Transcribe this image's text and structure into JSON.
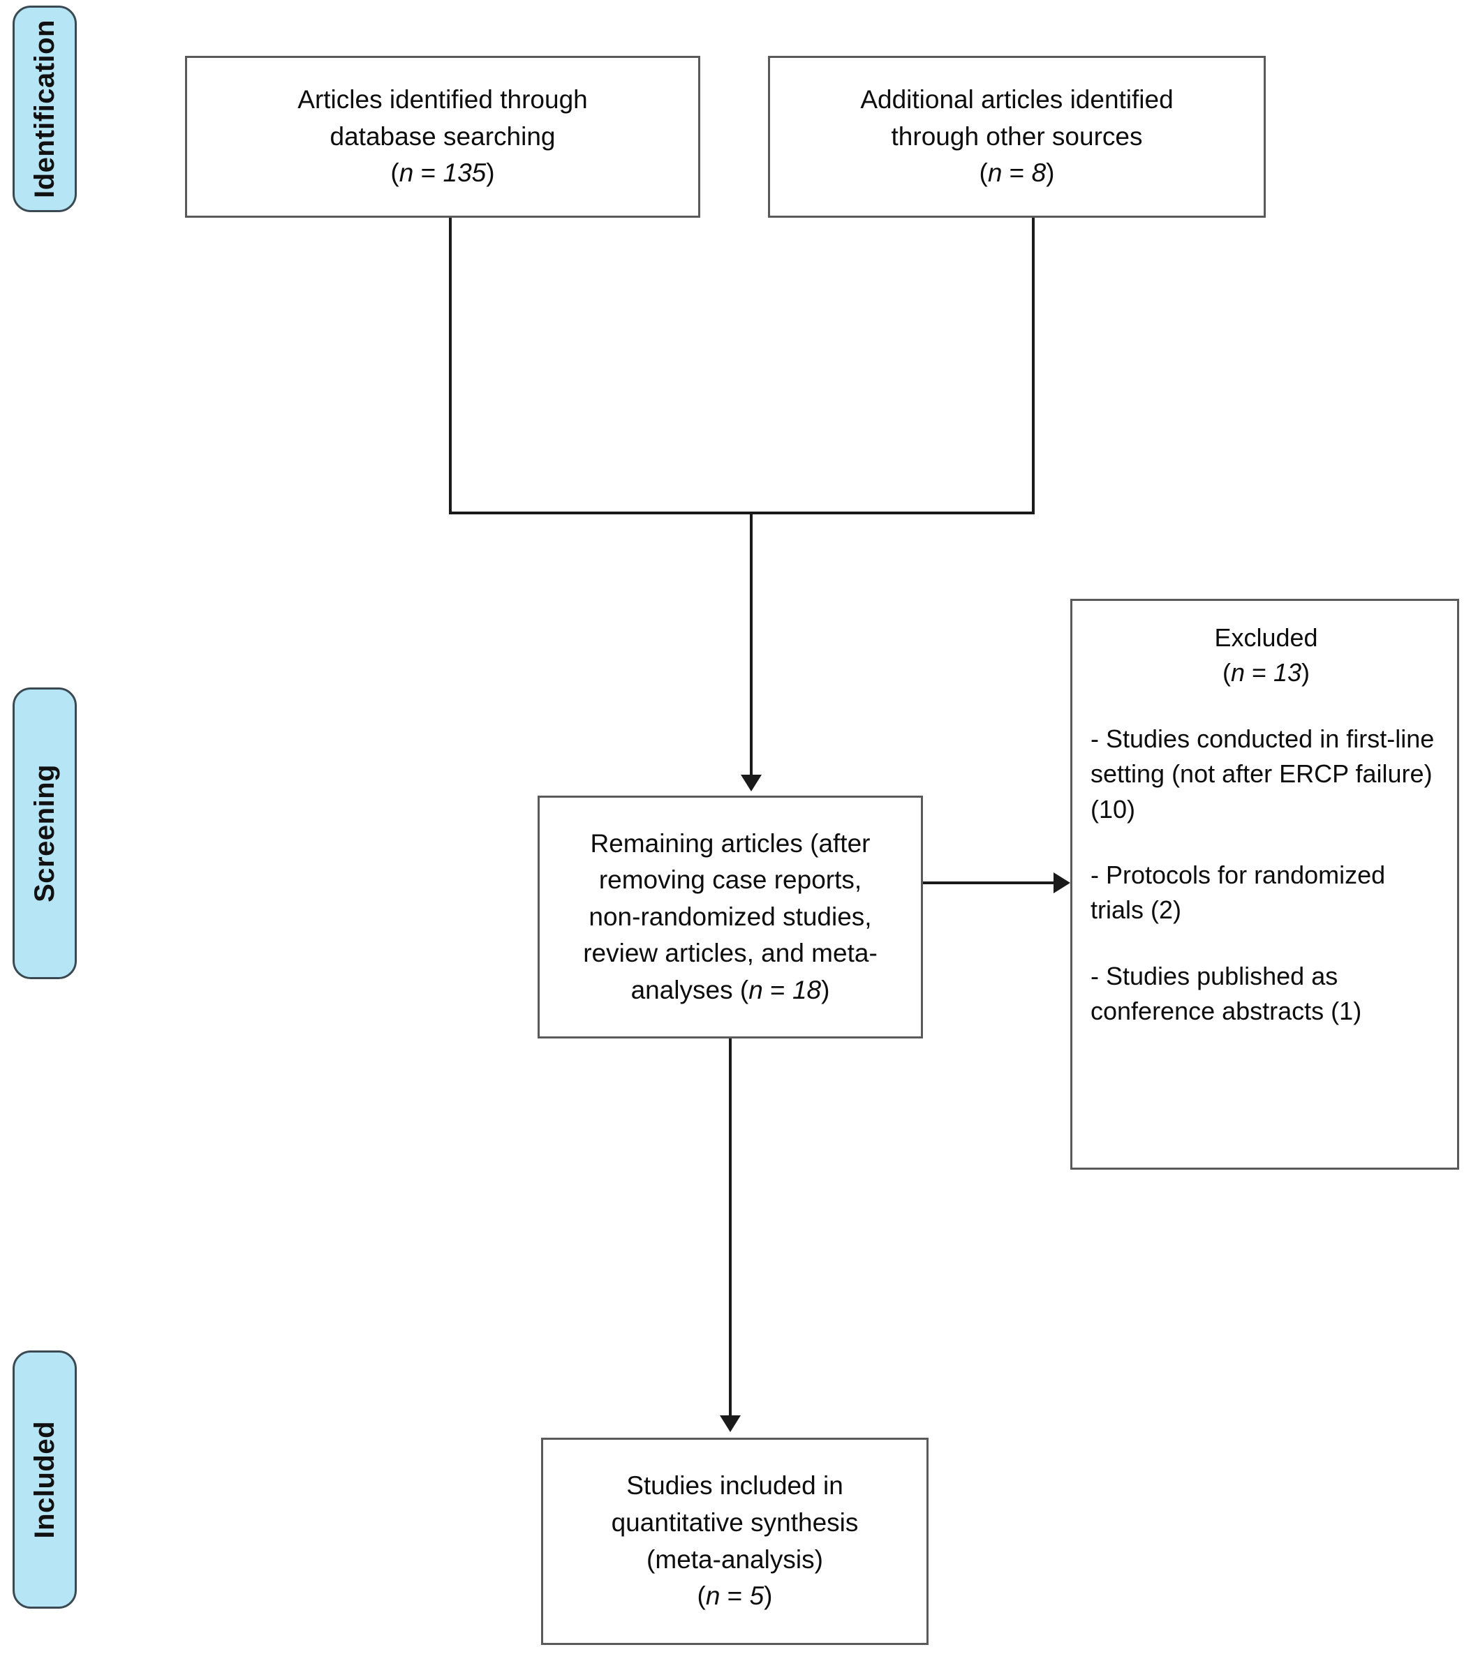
{
  "diagram": {
    "title": "PRISMA flow diagram",
    "accent_color": "#b6e5f6",
    "border_color": "#5a5a5a",
    "line_color": "#1a1a1a"
  },
  "stages": [
    {
      "id": "identification",
      "label": "Identification"
    },
    {
      "id": "screening",
      "label": "Screening"
    },
    {
      "id": "included",
      "label": "Included"
    }
  ],
  "boxes": {
    "database_search": {
      "line1": "Articles identified through",
      "line2": "database searching",
      "n_open": "(",
      "n_label": "n",
      "n_eq": " = ",
      "n_value": "135",
      "n_close": ")"
    },
    "other_sources": {
      "line1": "Additional articles identified",
      "line2": "through other sources",
      "n_open": "(",
      "n_label": "n",
      "n_eq": " = ",
      "n_value": "8",
      "n_close": ")"
    },
    "remaining": {
      "line1": "Remaining articles (after",
      "line2": "removing case reports,",
      "line3": "non-randomized studies,",
      "line4": "review articles, and meta-",
      "line5_prefix": "analyses (",
      "n_label": "n",
      "n_eq": " = ",
      "n_value": "18",
      "n_close": ")"
    },
    "excluded": {
      "heading": "Excluded",
      "n_open": "(",
      "n_label": "n",
      "n_eq": " = ",
      "n_value": "13",
      "n_close": ")",
      "items": [
        "- Studies conducted in first-line setting (not after ERCP failure) (10)",
        "- Protocols for randomized trials (2)",
        "- Studies published as conference abstracts (1)"
      ]
    },
    "included": {
      "line1": "Studies included in",
      "line2": "quantitative synthesis",
      "line3": "(meta-analysis)",
      "n_open": "(",
      "n_label": "n",
      "n_eq": " = ",
      "n_value": "5",
      "n_close": ")"
    }
  },
  "chart_data": {
    "type": "diagram",
    "title": "PRISMA flow diagram",
    "nodes": [
      {
        "id": "database_search",
        "stage": "Identification",
        "label": "Articles identified through database searching",
        "n": 135
      },
      {
        "id": "other_sources",
        "stage": "Identification",
        "label": "Additional articles identified through other sources",
        "n": 8
      },
      {
        "id": "remaining",
        "stage": "Screening",
        "label": "Remaining articles (after removing case reports, non-randomized studies, review articles, and meta-analyses)",
        "n": 18
      },
      {
        "id": "excluded",
        "stage": "Screening",
        "label": "Excluded",
        "n": 13,
        "reasons": [
          {
            "reason": "Studies conducted in first-line setting (not after ERCP failure)",
            "count": 10
          },
          {
            "reason": "Protocols for randomized trials",
            "count": 2
          },
          {
            "reason": "Studies published as conference abstracts",
            "count": 1
          }
        ]
      },
      {
        "id": "included",
        "stage": "Included",
        "label": "Studies included in quantitative synthesis (meta-analysis)",
        "n": 5
      }
    ],
    "edges": [
      {
        "from": "database_search",
        "to": "remaining"
      },
      {
        "from": "other_sources",
        "to": "remaining"
      },
      {
        "from": "remaining",
        "to": "excluded"
      },
      {
        "from": "remaining",
        "to": "included"
      }
    ]
  }
}
